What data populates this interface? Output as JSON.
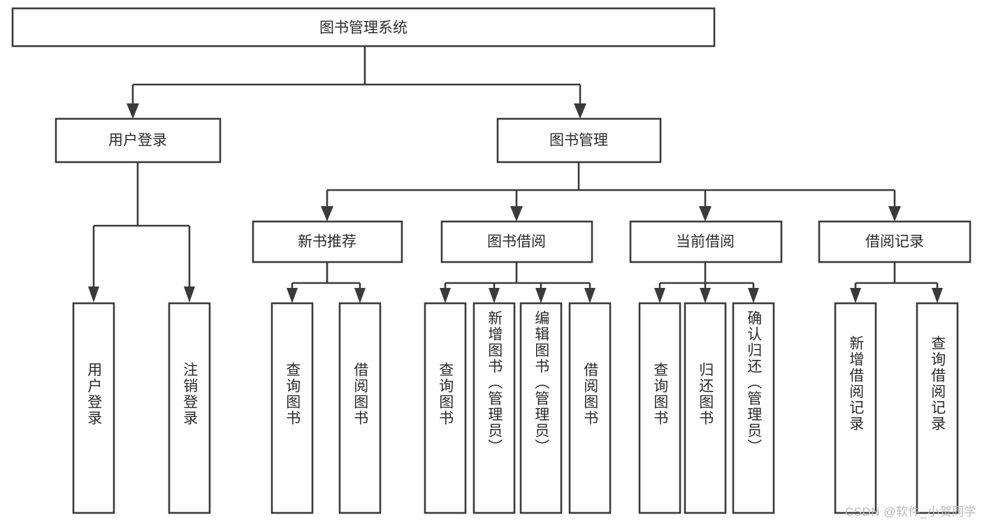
{
  "diagram": {
    "type": "hierarchy-tree",
    "title_node": "图书管理系统",
    "orientation": "top-down",
    "leaf_text_orientation": "vertical",
    "colors": {
      "box_stroke": "#3a3a3a",
      "box_fill": "#ffffff",
      "connector": "#3a3a3a",
      "text": "#2b2b2b",
      "watermark": "#b9b9b9",
      "background": "#ffffff"
    },
    "root": {
      "label": "图书管理系统"
    },
    "level2": [
      {
        "label": "用户登录"
      },
      {
        "label": "图书管理"
      }
    ],
    "level3": [
      {
        "label": "新书推荐"
      },
      {
        "label": "图书借阅"
      },
      {
        "label": "当前借阅"
      },
      {
        "label": "借阅记录"
      }
    ],
    "leaves": {
      "user_login": [
        {
          "label": "用户登录"
        },
        {
          "label": "注销登录"
        }
      ],
      "new_book_recommend": [
        {
          "label": "查询图书"
        },
        {
          "label": "借阅图书"
        }
      ],
      "book_borrow": [
        {
          "label": "查询图书"
        },
        {
          "label": "新增图书（管理员）"
        },
        {
          "label": "编辑图书（管理员）"
        },
        {
          "label": "借阅图书"
        }
      ],
      "current_borrow": [
        {
          "label": "查询图书"
        },
        {
          "label": "归还图书"
        },
        {
          "label": "确认归还（管理员）"
        }
      ],
      "borrow_record": [
        {
          "label": "新增借阅记录"
        },
        {
          "label": "查询借阅记录"
        }
      ]
    }
  },
  "watermark": {
    "text": "CSDN @软件_小贺同学"
  }
}
